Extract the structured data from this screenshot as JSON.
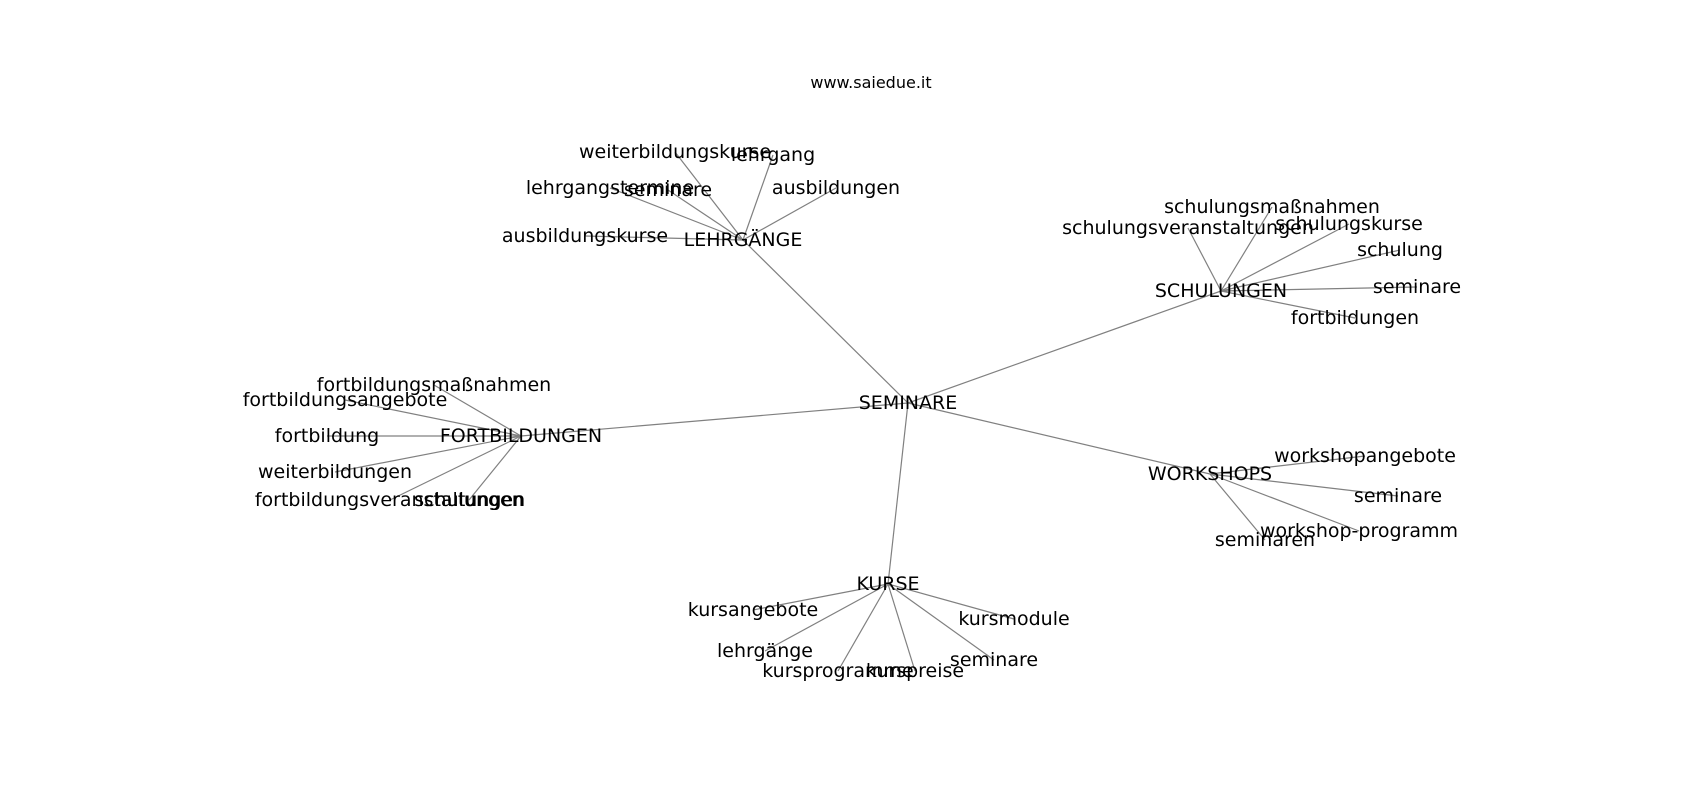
{
  "title": "www.saiedue.it",
  "colors": {
    "edge": "#808080",
    "text": "#000000",
    "background": "#ffffff"
  },
  "root": "SEMINARE",
  "hubs": [
    {
      "label": "LEHRGÄNGE",
      "leaves": [
        "weiterbildungskurse",
        "lehrgang",
        "lehrgangstermine",
        "seminare",
        "ausbildungen",
        "ausbildungskurse"
      ]
    },
    {
      "label": "SCHULUNGEN",
      "leaves": [
        "schulungsmaßnahmen",
        "schulungsveranstaltungen",
        "schulungskurse",
        "schulung",
        "seminare",
        "fortbildungen"
      ]
    },
    {
      "label": "FORTBILDUNGEN",
      "leaves": [
        "fortbildungsmaßnahmen",
        "fortbildungsangebote",
        "fortbildung",
        "weiterbildungen",
        "fortbildungsveranstaltungen",
        "schulungen"
      ]
    },
    {
      "label": "WORKSHOPS",
      "leaves": [
        "workshopangebote",
        "seminare",
        "workshop-programm",
        "seminaren"
      ]
    },
    {
      "label": "KURSE",
      "leaves": [
        "kursangebote",
        "kursmodule",
        "lehrgänge",
        "seminare",
        "kursprogramme",
        "kurspreise"
      ]
    }
  ]
}
